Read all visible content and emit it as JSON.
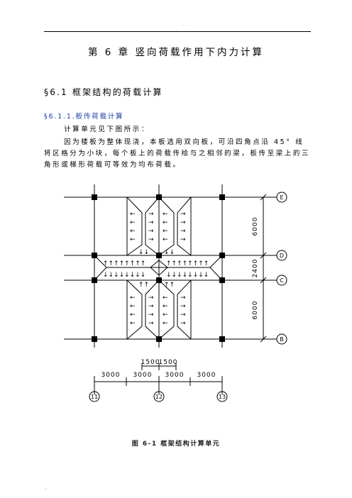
{
  "header": {
    "mark": "."
  },
  "chapter_title": "第 6 章  竖向荷载作用下内力计算",
  "section_title": "§6.1  框架结构的荷载计算",
  "subsection_title": "§6.1.1.板传荷载计算",
  "paragraphs": [
    "计算单元见下图所示：",
    "因为楼板为整体现浇，本板选用双向板，可沿四角点沿 45° 线将区格分为小块，每个板上的荷载传给与之相邻的梁，板传至梁上的三角形或梯形荷载可等效为均布荷载。"
  ],
  "figure": {
    "row_axes": [
      "E",
      "D",
      "C",
      "B"
    ],
    "col_axes": [
      "11",
      "12",
      "13"
    ],
    "vertical_dims": [
      "6000",
      "2400",
      "6000"
    ],
    "horizontal_dims": [
      "3000",
      "3000",
      "3000",
      "3000"
    ],
    "top_dims": [
      "1500",
      "1500"
    ],
    "caption": "图 6-1  框架结构计算单元"
  },
  "footer": {
    "mark": ".."
  }
}
